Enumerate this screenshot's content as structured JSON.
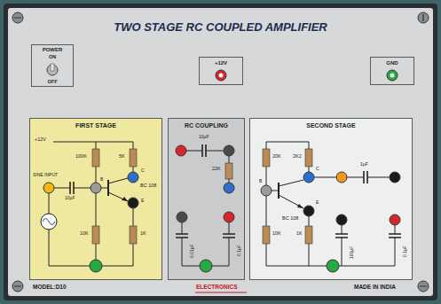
{
  "diagram": {
    "title": "TWO STAGE RC COUPLED AMPLIFIER",
    "nodes": [
      {
        "text": [
          "POWER",
          "ON",
          "OFF"
        ]
      },
      {
        "text": [
          "+12V"
        ]
      },
      {
        "text": [
          "GND"
        ]
      },
      {
        "text": [
          "FIRST STAGE"
        ]
      },
      {
        "text": [
          "RC COUPLING"
        ]
      },
      {
        "text": [
          "SECOND STAGE"
        ]
      }
    ],
    "labels": [
      "+12V",
      "100K",
      "5K",
      "SINE INPUT",
      "10µF",
      "B",
      "C",
      "E",
      "BC 108",
      "10K",
      "1K",
      "10µF",
      "22K",
      "0.01µF",
      "0.1µF",
      "20K",
      "2K2",
      "B",
      "C",
      "E",
      "BC 108",
      "1µF",
      "10K",
      "1K",
      "100µF",
      "0.1µF",
      "MODEL:D10",
      "ELECTRONICS",
      "MADE IN INDIA"
    ]
  }
}
